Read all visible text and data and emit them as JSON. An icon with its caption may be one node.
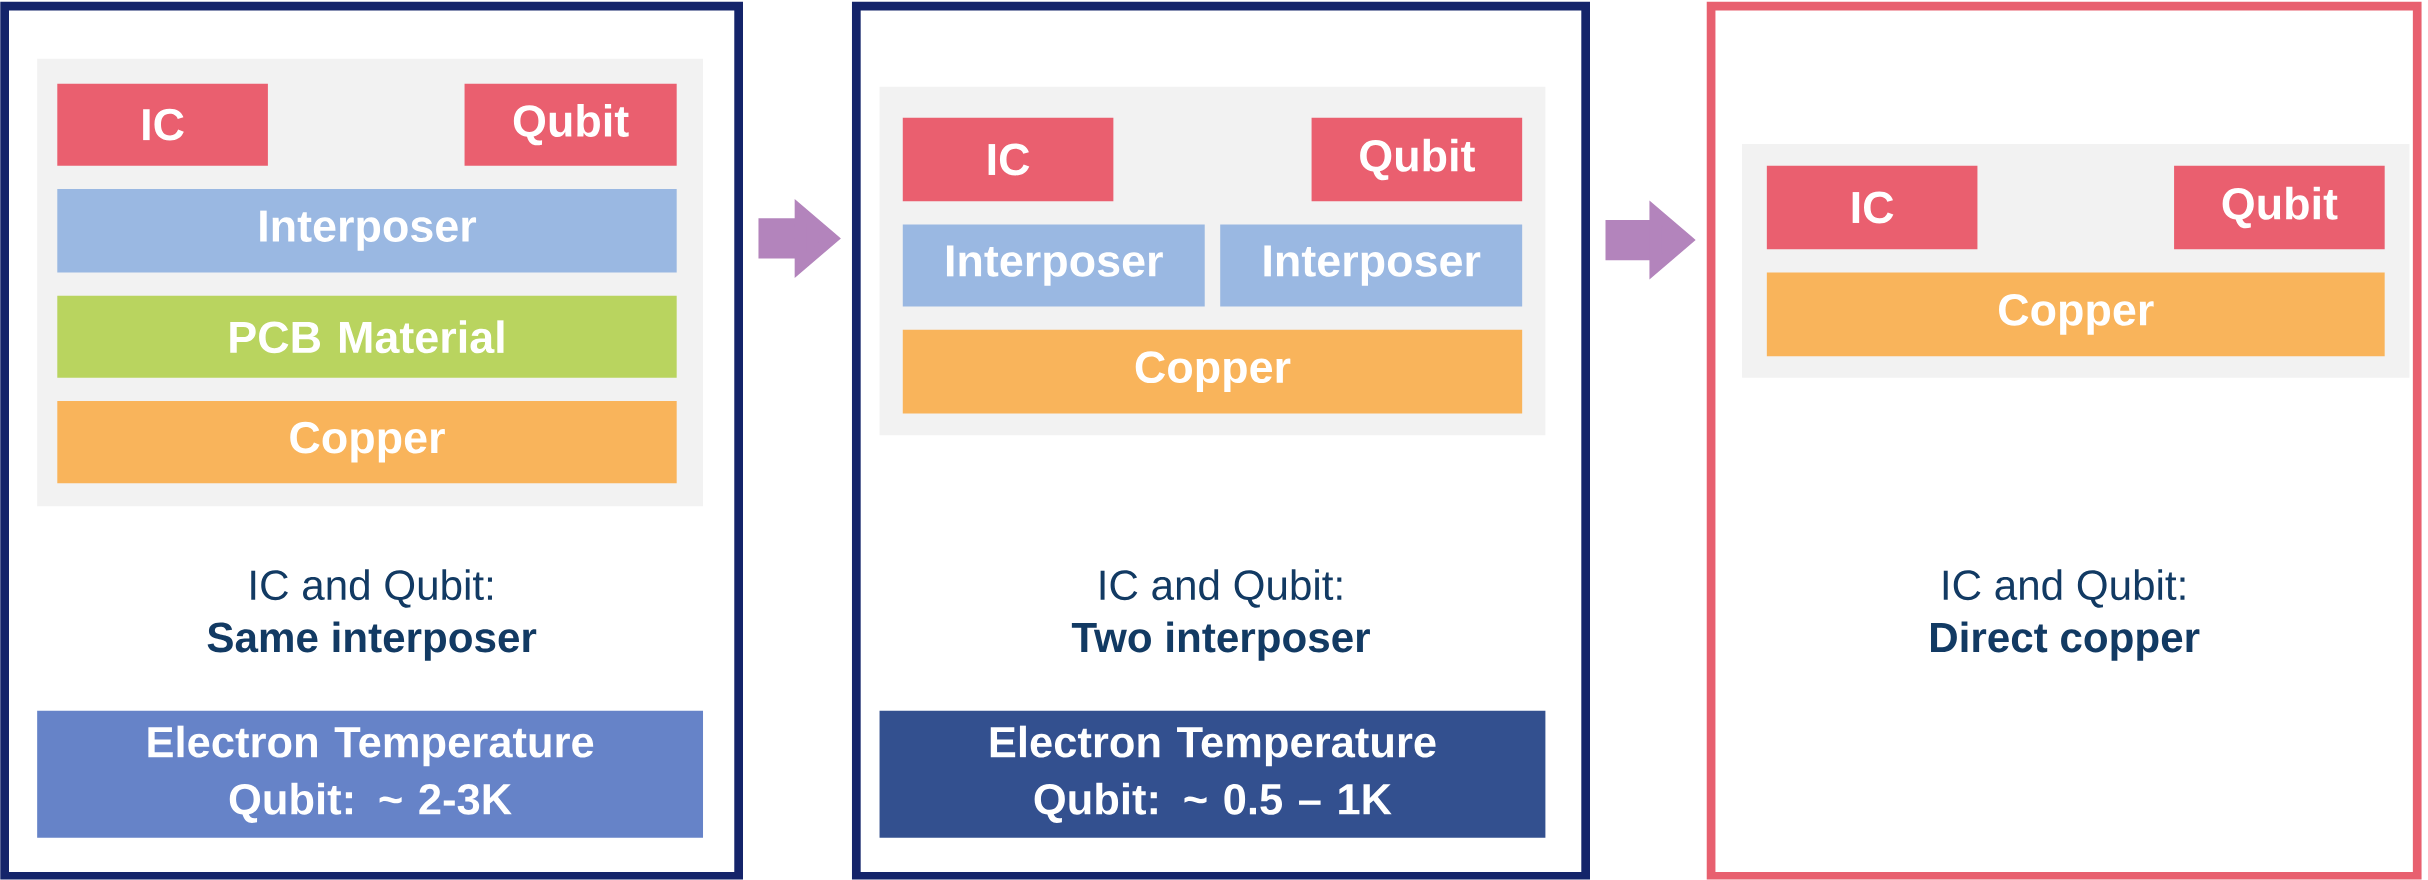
{
  "diagram": {
    "nodes": [
      {
        "text": [
          "IC and Qubit:",
          "Same interposer"
        ]
      },
      {
        "text": [],
        "shape": "box",
        "in": 0
      },
      {
        "text": [
          "IC"
        ],
        "in": 1
      },
      {
        "text": [
          "Qubit"
        ],
        "in": 1
      },
      {
        "text": [
          "Interposer"
        ],
        "in": 1
      },
      {
        "text": [
          "PCB Material"
        ],
        "in": 1
      },
      {
        "text": [
          "Copper"
        ],
        "in": 1
      },
      {
        "text": [
          "Electron Temperature Qubit: ~ 2-3K"
        ],
        "in": 0
      },
      {
        "text": [
          "IC and Qubit:",
          "Two interposer"
        ]
      },
      {
        "text": [],
        "shape": "box",
        "in": 8
      },
      {
        "text": [
          "IC"
        ],
        "in": 9
      },
      {
        "text": [
          "Qubit"
        ],
        "in": 9
      },
      {
        "text": [
          "Interposer"
        ],
        "in": 9
      },
      {
        "text": [
          "Interposer"
        ],
        "in": 9
      },
      {
        "text": [
          "Copper"
        ],
        "in": 9
      },
      {
        "text": [
          "Electron Temperature Qubit: ~ 0.5 – 1K"
        ],
        "in": 8
      },
      {
        "text": [
          "IC and Qubit:",
          "Direct copper"
        ]
      },
      {
        "text": [],
        "shape": "box",
        "in": 16
      },
      {
        "text": [
          "IC"
        ],
        "in": 17
      },
      {
        "text": [
          "Qubit"
        ],
        "in": 17
      },
      {
        "text": [
          "Copper"
        ],
        "in": 17
      }
    ],
    "edges": [
      {
        "from": 0,
        "to": 8,
        "arrow": "to"
      },
      {
        "from": 8,
        "to": 16,
        "arrow": "to"
      }
    ]
  }
}
